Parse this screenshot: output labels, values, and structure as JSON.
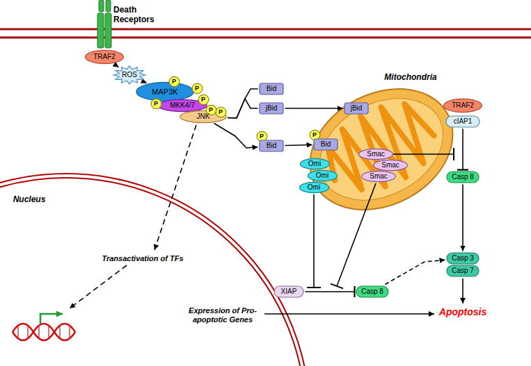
{
  "diagram": {
    "nodes": [
      {
        "text": [
          "Death Receptors"
        ]
      },
      {
        "text": [
          "TRAF2"
        ]
      },
      {
        "text": [
          "ROS"
        ]
      },
      {
        "text": [
          "MAP3K"
        ]
      },
      {
        "text": [
          "P"
        ]
      },
      {
        "text": [
          "P"
        ]
      },
      {
        "text": [
          "MKK4/7"
        ]
      },
      {
        "text": [
          "P"
        ]
      },
      {
        "text": [
          "P"
        ]
      },
      {
        "text": [
          "JNK"
        ]
      },
      {
        "text": [
          "P"
        ]
      },
      {
        "text": [
          "P"
        ]
      },
      {
        "text": [
          "Bid"
        ]
      },
      {
        "text": [
          "jBid"
        ]
      },
      {
        "text": [
          "Mitochondria"
        ]
      },
      {
        "text": [
          "jBid"
        ]
      },
      {
        "text": [
          "TRAF2"
        ]
      },
      {
        "text": [
          "cIAP1"
        ]
      },
      {
        "text": [
          "P"
        ]
      },
      {
        "text": [
          "Bid"
        ]
      },
      {
        "text": [
          "P"
        ]
      },
      {
        "text": [
          "Bid"
        ]
      },
      {
        "text": [
          "Omi"
        ]
      },
      {
        "text": [
          "Smac"
        ]
      },
      {
        "text": [
          "Omi"
        ]
      },
      {
        "text": [
          "Smac"
        ]
      },
      {
        "text": [
          "Omi"
        ]
      },
      {
        "text": [
          "Smac"
        ]
      },
      {
        "text": [
          "Casp 8"
        ]
      },
      {
        "text": [
          "Nucleus"
        ]
      },
      {
        "text": [
          "Casp 3"
        ]
      },
      {
        "text": [
          "Casp 7"
        ]
      },
      {
        "text": [
          "XIAP"
        ]
      },
      {
        "text": [
          "Casp 8"
        ]
      }
    ],
    "edges": [
      {
        "from": 1,
        "to": 2,
        "arrow": "to"
      },
      {
        "from": 2,
        "to": 3,
        "arrow": "to"
      },
      {
        "from": 9,
        "to": 12,
        "arrow": "none"
      },
      {
        "from": 9,
        "to": 13,
        "arrow": "none"
      },
      {
        "from": 13,
        "to": 15,
        "arrow": "to"
      },
      {
        "from": 9,
        "to": 19,
        "arrow": "to"
      },
      {
        "from": 19,
        "to": 21,
        "arrow": "to"
      },
      {
        "from": 17,
        "to": 28,
        "arrow": "to"
      },
      {
        "from": 28,
        "to": 30,
        "arrow": "to"
      },
      {
        "from": 32,
        "to": 33,
        "arrow": "to"
      },
      {
        "from": 33,
        "to": 30,
        "arrow": "to"
      }
    ],
    "labels": [
      "Transactivation of TFs",
      "Expression of Pro-apoptotic Genes",
      "Apoptosis"
    ]
  }
}
